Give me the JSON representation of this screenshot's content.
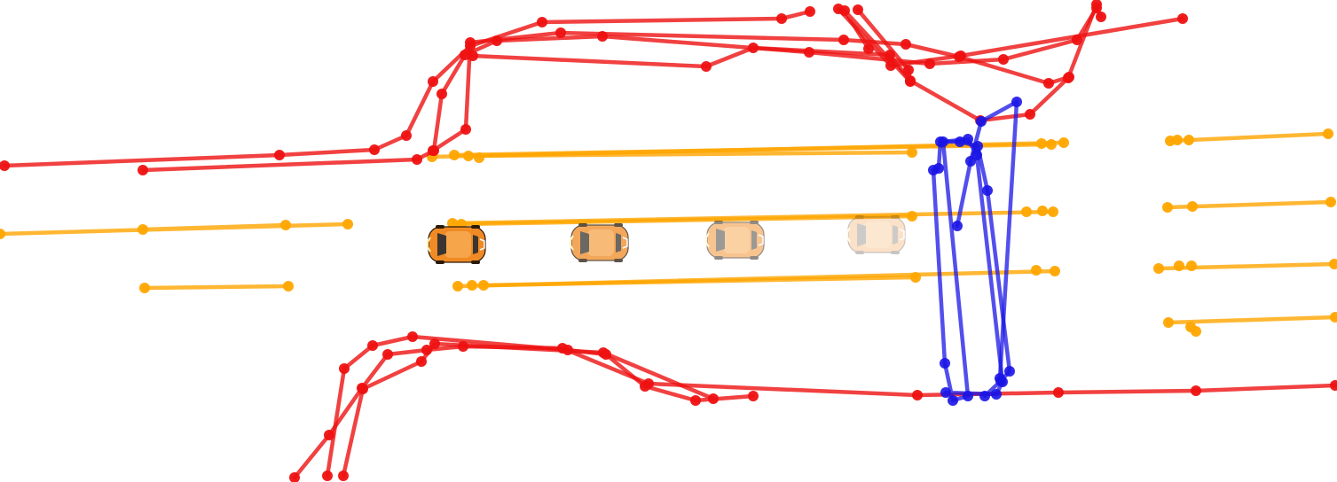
{
  "scene": {
    "kind": "bird's-eye driving scene visualization",
    "colors": {
      "road_edge": "#ee1111",
      "lane_divider": "#ffa500",
      "crosswalk": "#1a14e6",
      "ego_vehicle": "#f08a24",
      "background": "#ffffff"
    },
    "element_counts": {
      "road_edges": 6,
      "lane_dividers": 12,
      "crosswalks": 3,
      "vehicle_snapshots": 4
    },
    "icons": [
      "ego-car-icon"
    ]
  }
}
